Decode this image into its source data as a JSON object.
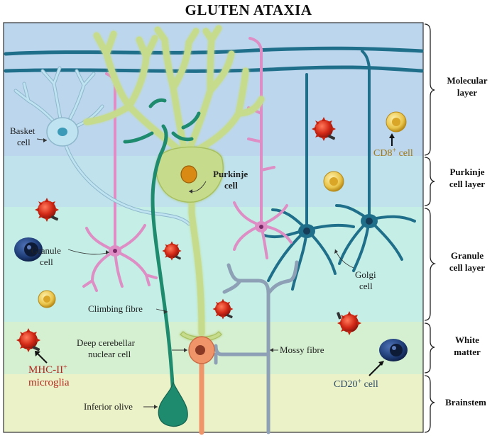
{
  "title": "GLUTEN ATAXIA",
  "layers": [
    {
      "label_line1": "Molecular",
      "label_line2": "layer",
      "color": "#bcd6ee"
    },
    {
      "label_line1": "Purkinje",
      "label_line2": "cell layer",
      "color": "#bfe2ec"
    },
    {
      "label_line1": "Granule",
      "label_line2": "cell layer",
      "color": "#c4eee6"
    },
    {
      "label_line1": "White",
      "label_line2": "matter",
      "color": "#d5f0d0"
    },
    {
      "label_line1": "",
      "label_line2": "Brainstem",
      "color": "#ecf2c8"
    }
  ],
  "cells": {
    "basket": {
      "line1": "Basket",
      "line2": "cell",
      "color": "#bfe3f0"
    },
    "purkinje": {
      "line1": "Purkinje",
      "line2": "cell",
      "color": "#c6dc8c"
    },
    "granule": {
      "line1": "Granule",
      "line2": "cell",
      "color": "#de8ec4"
    },
    "golgi": {
      "line1": "Golgi",
      "line2": "cell",
      "color": "#1f6f8a"
    },
    "climbing_fibre": {
      "label": "Climbing fibre",
      "color": "#1e8a6e"
    },
    "mossy_fibre": {
      "label": "Mossy fibre",
      "color": "#8da0b6"
    },
    "deep_nuclear": {
      "line1": "Deep cerebellar",
      "line2": "nuclear cell",
      "color": "#f0946a"
    },
    "inferior_olive": {
      "label": "Inferior olive",
      "color": "#1e8a6e"
    }
  },
  "immune": {
    "cd8": {
      "label": "CD8",
      "sup": "+",
      "suffix": " cell",
      "color": "#e9c44a"
    },
    "cd20": {
      "label": "CD20",
      "sup": "+",
      "suffix": " cell",
      "color": "#1f3e78"
    },
    "microglia": {
      "label": "MHC-II",
      "sup": "+",
      "line2": "microglia",
      "color": "#d42a18"
    }
  }
}
